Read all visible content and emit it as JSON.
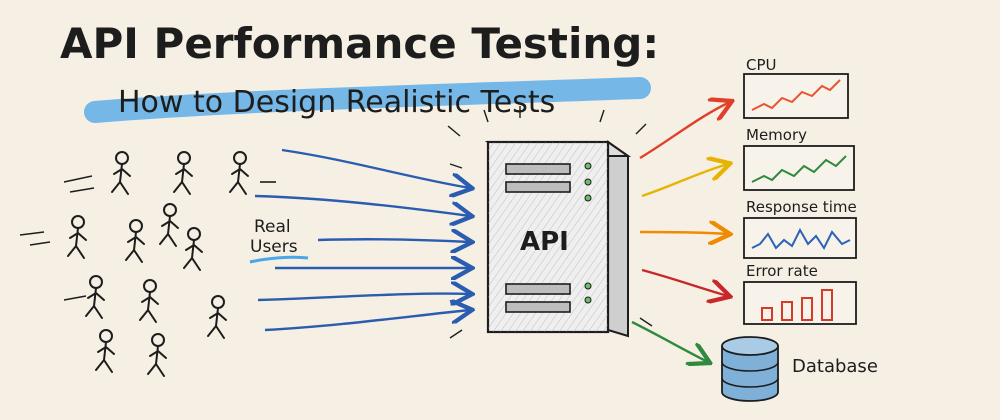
{
  "title": "API Performance Testing:",
  "subtitle": "How to Design Realistic Tests",
  "users_label": [
    "Real",
    "Users"
  ],
  "server_label": "API",
  "metrics": [
    {
      "label": "CPU",
      "color": "#e8542f",
      "kind": "line"
    },
    {
      "label": "Memory",
      "color": "#2f8a3e",
      "kind": "line"
    },
    {
      "label": "Response time",
      "color": "#2c63b8",
      "kind": "line"
    },
    {
      "label": "Error rate",
      "color": "#d83a2a",
      "kind": "bars"
    }
  ],
  "database_label": "Database",
  "colors": {
    "ink": "#1d1d1d",
    "paper": "#f6f0e4",
    "highlight": "#4aa6e8",
    "request_arrows": "#2a5cb0",
    "database": "#7fb0d8"
  }
}
